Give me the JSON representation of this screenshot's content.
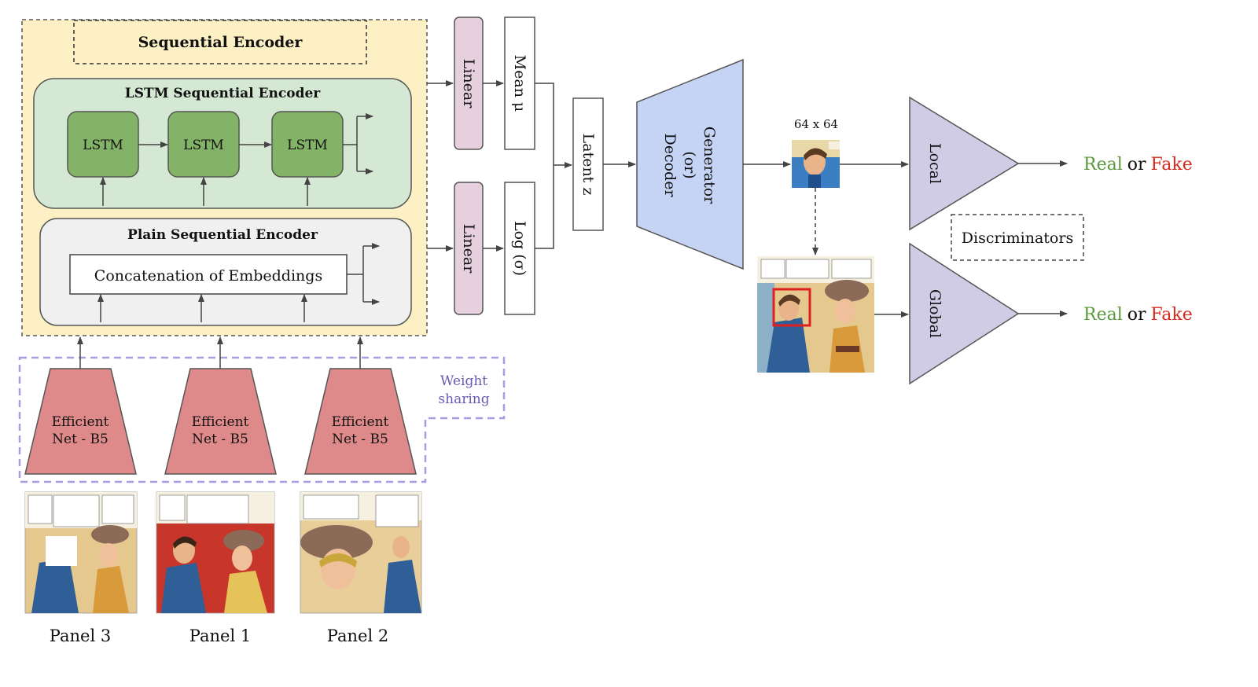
{
  "sequential_encoder": {
    "title": "Sequential Encoder",
    "lstm_block": {
      "title": "LSTM Sequential Encoder",
      "cells": [
        "LSTM",
        "LSTM",
        "LSTM"
      ]
    },
    "plain_block": {
      "title": "Plain Sequential Encoder",
      "concat_label": "Concatenation of  Embeddings"
    }
  },
  "linear_labels": [
    "Linear",
    "Linear"
  ],
  "mean_label": "Mean μ",
  "logsigma_label": "Log (σ)",
  "latent_label": "Latent z",
  "generator_lines": [
    "Generator",
    "(or)",
    "Decoder"
  ],
  "output_size_label": "64 x 64",
  "discriminators": {
    "label": "Discriminators",
    "local": "Local",
    "global": "Global"
  },
  "outputs": [
    {
      "real": "Real",
      "or": "or",
      "fake": "Fake"
    },
    {
      "real": "Real",
      "or": "or",
      "fake": "Fake"
    }
  ],
  "weight_sharing_lines": [
    "Weight",
    "sharing"
  ],
  "backbone_lines": [
    "Efficient",
    "Net - B5"
  ],
  "panels": [
    "Panel 3",
    "Panel 1",
    "Panel 2"
  ],
  "colors": {
    "encoder_bg": "#fdf0c4",
    "lstm_block": "#d5e8d4",
    "lstm_cell": "#82b366",
    "plain_block": "#f0f0f0",
    "linear": "#e6d0de",
    "generator": "#c5d4f5",
    "discriminator": "#d0cce6",
    "backbone": "#df8a8a",
    "weight_sharing": "#a99be0",
    "real": "#5a9a3c",
    "fake": "#d42b1e"
  }
}
